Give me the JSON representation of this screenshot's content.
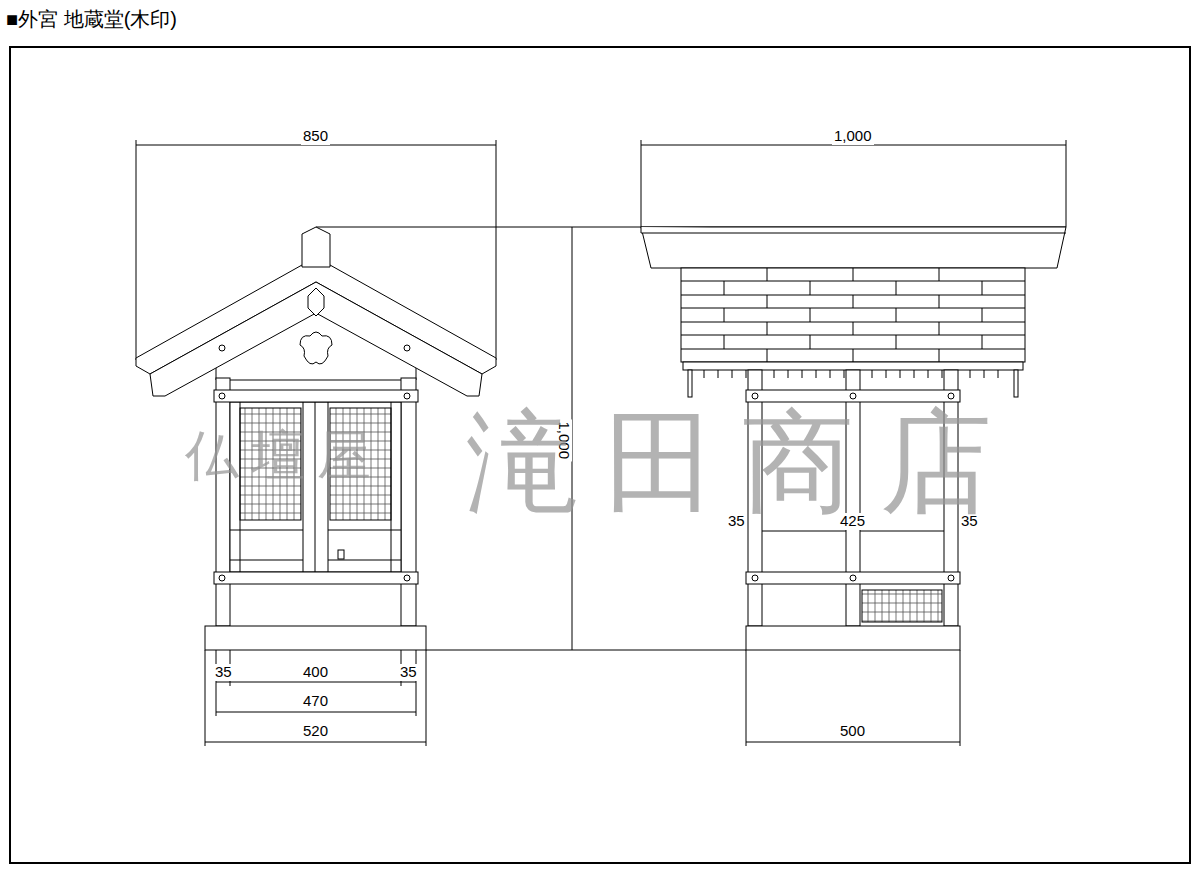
{
  "diagram": {
    "title": "■外宮 地蔵堂(木印)",
    "labels": [
      "850",
      "1,000",
      "1,000",
      "35",
      "425",
      "35",
      "35",
      "400",
      "35",
      "470",
      "520",
      "500",
      "仏壇屋",
      "滝田商店"
    ]
  }
}
